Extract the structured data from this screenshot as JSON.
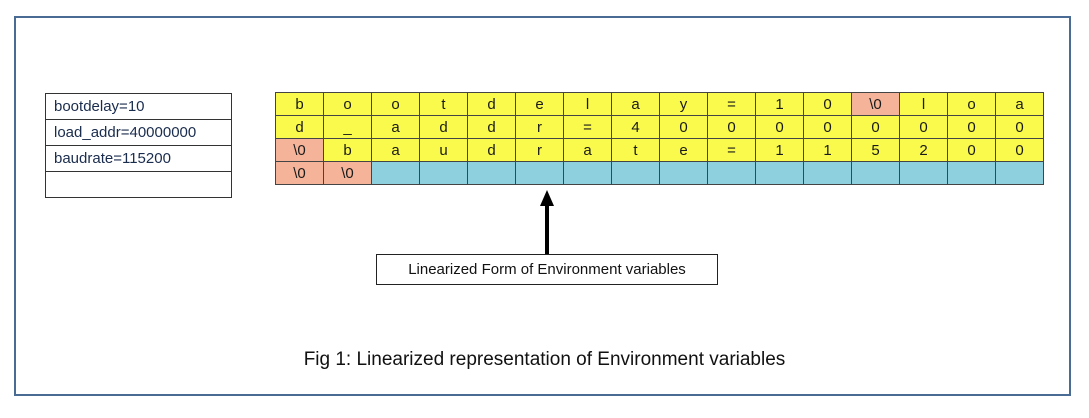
{
  "env_vars": [
    "bootdelay=10",
    "load_addr=40000000",
    "baudrate=115200"
  ],
  "grid_rows": [
    [
      [
        "b",
        "y"
      ],
      [
        "o",
        "y"
      ],
      [
        "o",
        "y"
      ],
      [
        "t",
        "y"
      ],
      [
        "d",
        "y"
      ],
      [
        "e",
        "y"
      ],
      [
        "l",
        "y"
      ],
      [
        "a",
        "y"
      ],
      [
        "y",
        "y"
      ],
      [
        "=",
        "y"
      ],
      [
        "1",
        "y"
      ],
      [
        "0",
        "y"
      ],
      [
        "\\0",
        "o"
      ],
      [
        "l",
        "y"
      ],
      [
        "o",
        "y"
      ],
      [
        "a",
        "y"
      ]
    ],
    [
      [
        "d",
        "y"
      ],
      [
        "_",
        "y"
      ],
      [
        "a",
        "y"
      ],
      [
        "d",
        "y"
      ],
      [
        "d",
        "y"
      ],
      [
        "r",
        "y"
      ],
      [
        "=",
        "y"
      ],
      [
        "4",
        "y"
      ],
      [
        "0",
        "y"
      ],
      [
        "0",
        "y"
      ],
      [
        "0",
        "y"
      ],
      [
        "0",
        "y"
      ],
      [
        "0",
        "y"
      ],
      [
        "0",
        "y"
      ],
      [
        "0",
        "y"
      ],
      [
        "0",
        "y"
      ]
    ],
    [
      [
        "\\0",
        "o"
      ],
      [
        "b",
        "y"
      ],
      [
        "a",
        "y"
      ],
      [
        "u",
        "y"
      ],
      [
        "d",
        "y"
      ],
      [
        "r",
        "y"
      ],
      [
        "a",
        "y"
      ],
      [
        "t",
        "y"
      ],
      [
        "e",
        "y"
      ],
      [
        "=",
        "y"
      ],
      [
        "1",
        "y"
      ],
      [
        "1",
        "y"
      ],
      [
        "5",
        "y"
      ],
      [
        "2",
        "y"
      ],
      [
        "0",
        "y"
      ],
      [
        "0",
        "y"
      ]
    ],
    [
      [
        "\\0",
        "o"
      ],
      [
        "\\0",
        "o"
      ],
      [
        "",
        "b"
      ],
      [
        "",
        "b"
      ],
      [
        "",
        "b"
      ],
      [
        "",
        "b"
      ],
      [
        "",
        "b"
      ],
      [
        "",
        "b"
      ],
      [
        "",
        "b"
      ],
      [
        "",
        "b"
      ],
      [
        "",
        "b"
      ],
      [
        "",
        "b"
      ],
      [
        "",
        "b"
      ],
      [
        "",
        "b"
      ],
      [
        "",
        "b"
      ],
      [
        "",
        "b"
      ]
    ]
  ],
  "colors": {
    "y": "#fafa4c",
    "o": "#f5b49a",
    "b": "#8fd0df",
    "frame": "#4a6b94"
  },
  "arrow_label": "Linearized Form of Environment variables",
  "figure_caption": "Fig 1: Linearized representation of Environment variables"
}
